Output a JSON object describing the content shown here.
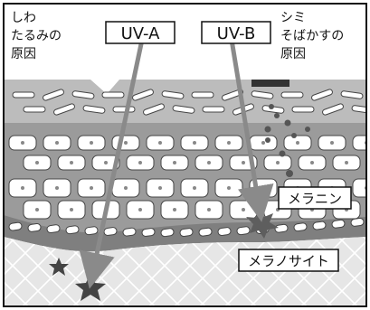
{
  "labels": {
    "uva": "UV-A",
    "uvb": "UV-B",
    "wrinkle_line1": "しわ",
    "wrinkle_line2": "たるみの",
    "wrinkle_line3": "原因",
    "spot_line1": "シミ",
    "spot_line2": "そばかすの",
    "spot_line3": "原因",
    "melanin": "メラニン",
    "melanocyte": "メラノサイト"
  },
  "colors": {
    "border": "#111111",
    "background": "#ffffff",
    "stratum_corneum": "#b9b9b9",
    "epidermis": "#989898",
    "basal_band": "#858585",
    "dermis": "#e7e7e7",
    "cell_fill": "#ffffff",
    "arrow": "#8a8a8a",
    "melanin_dots": "#555555",
    "stars": "#444444"
  }
}
